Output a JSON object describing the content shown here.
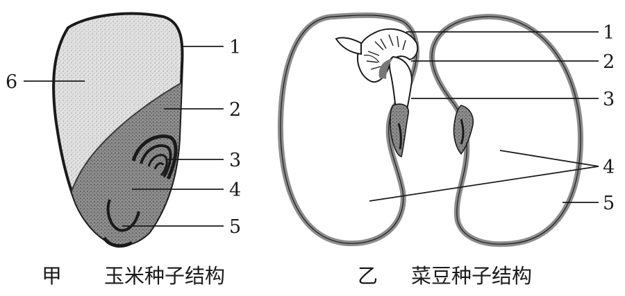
{
  "corn": {
    "labels": {
      "n1": "1",
      "n2": "2",
      "n3": "3",
      "n4": "4",
      "n5": "5",
      "n6": "6"
    },
    "caption_mark": "甲",
    "caption_title": "玉米种子结构"
  },
  "bean": {
    "labels": {
      "n1": "1",
      "n2": "2",
      "n3": "3",
      "n4": "4",
      "n5": "5"
    },
    "caption_mark": "乙",
    "caption_title": "菜豆种子结构"
  },
  "colors": {
    "ink": "#1a1a1a",
    "endosperm": "#dcdcdc",
    "embryo": "#9a9a9a",
    "coat": "#8c8c8c"
  }
}
